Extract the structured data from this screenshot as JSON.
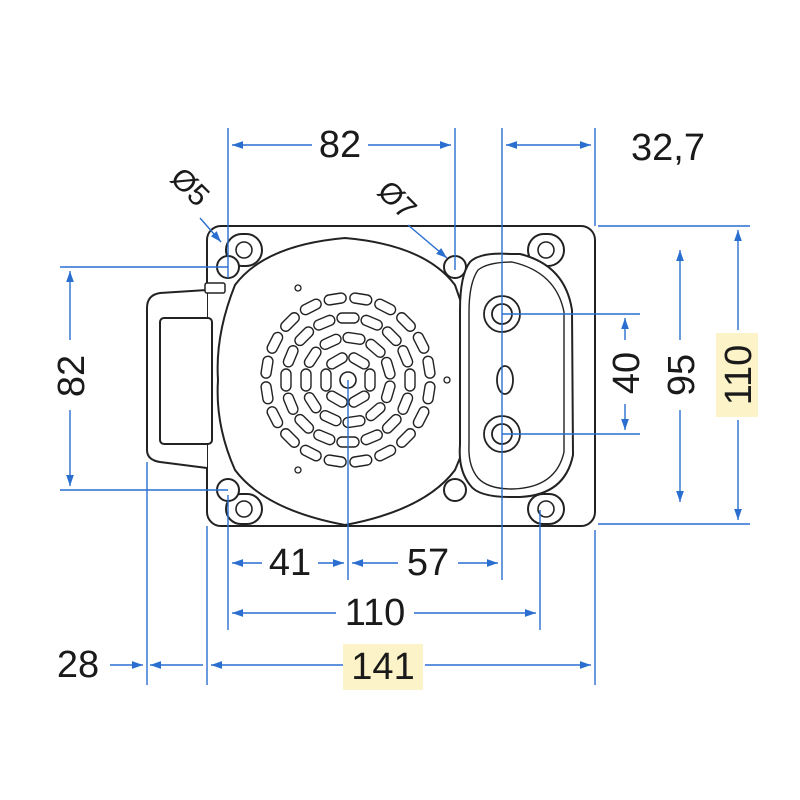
{
  "dimensions": {
    "top_width_82": "82",
    "top_offset_32_7": "32,7",
    "hole_small": "Ø5",
    "hole_large": "Ø7",
    "left_height_82": "82",
    "right_40": "40",
    "right_95": "95",
    "right_110": "110",
    "bottom_41": "41",
    "bottom_57": "57",
    "bottom_110": "110",
    "bottom_28": "28",
    "bottom_141": "141"
  },
  "colors": {
    "dimension_line": "#2a6fd0",
    "outline": "#222222",
    "highlight": "#fdf3c8"
  }
}
